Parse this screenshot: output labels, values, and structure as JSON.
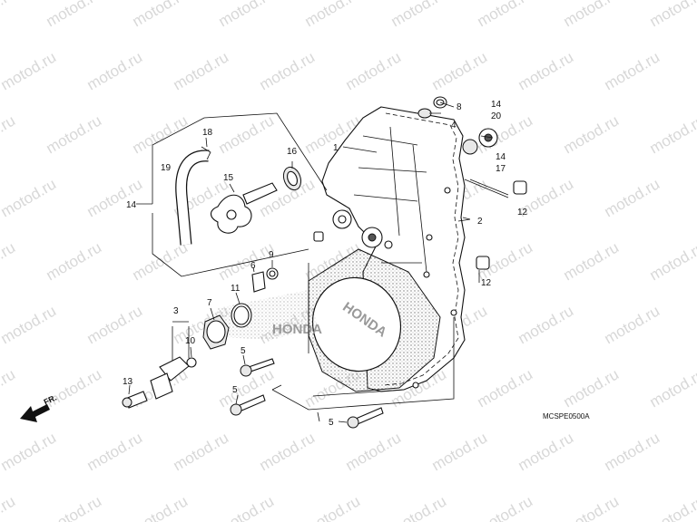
{
  "watermark": "motod.ru",
  "diagram_code": "MCSPE0500A",
  "front_label": "FR.",
  "brand_text": "HONDA",
  "callouts": {
    "c1": "1",
    "c2": "2",
    "c3": "3",
    "c4": "4",
    "c5a": "5",
    "c5b": "5",
    "c5c": "5",
    "c6": "6",
    "c7": "7",
    "c8": "8",
    "c9": "9",
    "c10": "10",
    "c11": "11",
    "c12a": "12",
    "c12b": "12",
    "c13": "13",
    "c14a": "14",
    "c14b": "14",
    "c14c": "14",
    "c15": "15",
    "c16": "16",
    "c17": "17",
    "c18": "18",
    "c19": "19",
    "c20": "20"
  },
  "colors": {
    "line": "#111111",
    "watermark": "#d8d8d8",
    "shading": "#9a9a9a"
  }
}
